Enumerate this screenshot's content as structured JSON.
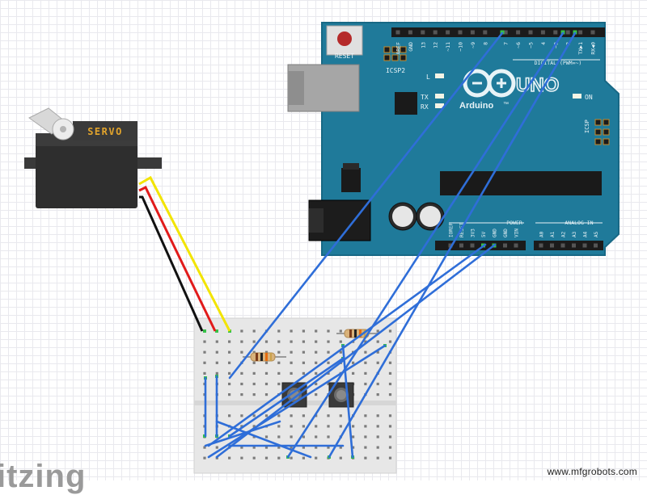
{
  "servo": {
    "label": "SERVO"
  },
  "arduino": {
    "reset_label": "RESET",
    "icsp2_label": "ICSP2",
    "icsp_label": "ICSP",
    "brand": "Arduino",
    "tm": "™",
    "model": "UNO",
    "led_l": "L",
    "led_tx": "TX",
    "led_rx": "RX",
    "led_on": "ON",
    "digital_label": "DIGITAL (PWM=~)",
    "power_label": "POWER",
    "analog_label": "ANALOG IN",
    "digital_pins": [
      "AREF",
      "GND",
      "13",
      "12",
      "~11",
      "~10",
      "~9",
      "8",
      "7",
      "~6",
      "~5",
      "4",
      "~3",
      "2",
      "TX▶1",
      "RX◀0"
    ],
    "power_pins": [
      "IOREF",
      "RESET",
      "3V3",
      "5V",
      "GND",
      "GND",
      "VIN"
    ],
    "analog_pins": [
      "A0",
      "A1",
      "A2",
      "A3",
      "A4",
      "A5"
    ],
    "colors": {
      "board": "#1f7a9a",
      "board_edge": "#186885",
      "silk": "#e8f3f7"
    }
  },
  "wire_colors": {
    "signal": "#2f6ed8",
    "servo_signal": "#f2e400",
    "servo_power": "#e11b1b",
    "servo_ground": "#111111"
  },
  "app_logo": "itzing",
  "watermark": "www.mfgrobots.com"
}
